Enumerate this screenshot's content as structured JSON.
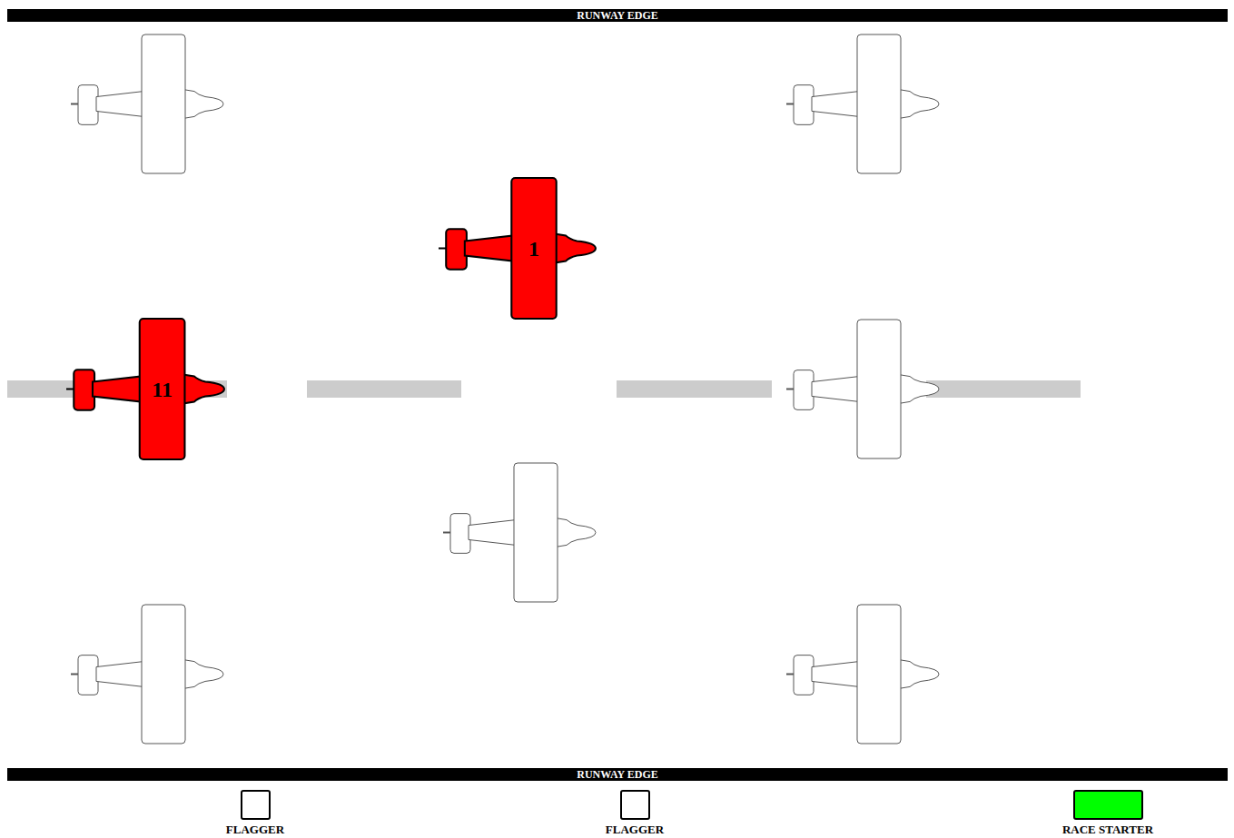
{
  "diagram": {
    "nodes": [
      {
        "text": [
          "RUNWAY EDGE"
        ]
      },
      {
        "text": [
          "1"
        ]
      },
      {
        "text": [
          "11"
        ]
      },
      {
        "text": [
          "RUNWAY EDGE"
        ]
      },
      {
        "text": [
          "FLAGGER"
        ]
      },
      {
        "text": [
          "FLAGGER"
        ]
      },
      {
        "text": [
          "RACE STARTER"
        ]
      }
    ]
  }
}
